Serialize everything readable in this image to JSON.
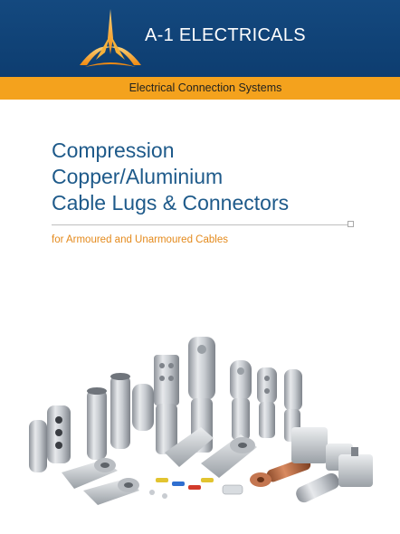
{
  "header": {
    "brand_name": "A-1 ELECTRICALS",
    "logo_icon": "triangle-star-logo-icon",
    "background_color": "#14497f",
    "logo_color": "#f4a21d"
  },
  "tagline_bar": {
    "text": "Electrical Connection Systems",
    "background_color": "#f4a21d"
  },
  "main": {
    "title_lines": [
      "Compression",
      "Copper/Aluminium",
      "Cable Lugs & Connectors"
    ],
    "subtitle": "for Armoured and Unarmoured Cables",
    "title_color": "#1e5a8a",
    "subtitle_color": "#e48a1c"
  },
  "product_photo": {
    "description_icon": "cable-lugs-assortment-illustration"
  }
}
